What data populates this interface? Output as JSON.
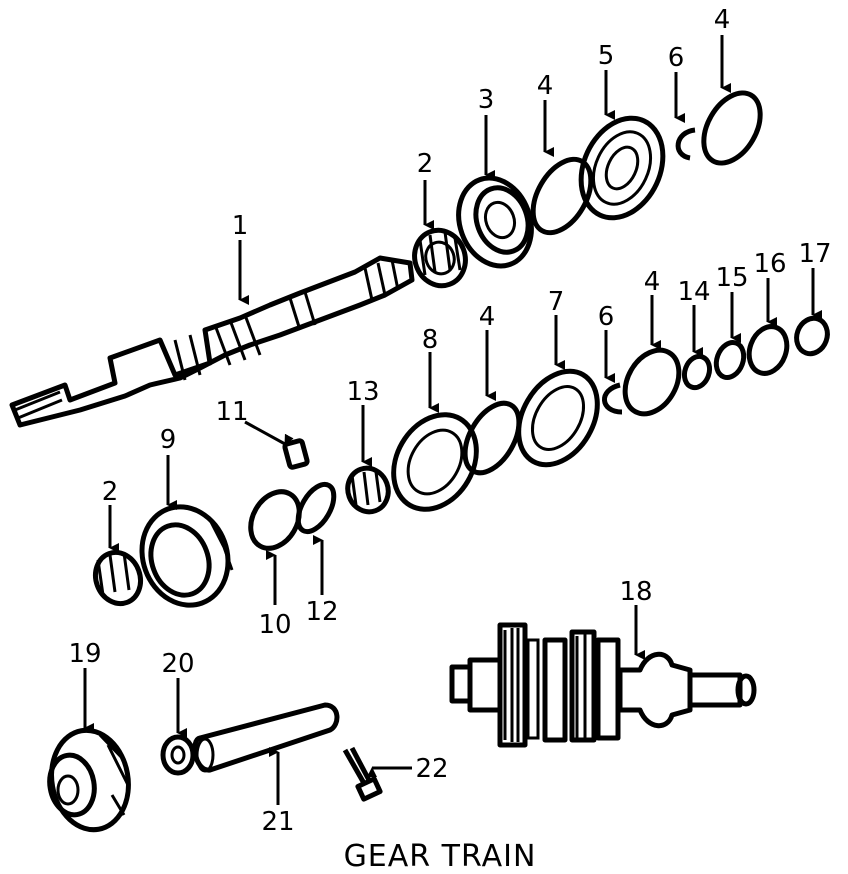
{
  "caption": "GEAR TRAIN",
  "callouts": [
    "1",
    "2",
    "3",
    "4",
    "5",
    "6",
    "4",
    "2",
    "9",
    "11",
    "10",
    "12",
    "13",
    "8",
    "4",
    "7",
    "6",
    "4",
    "14",
    "15",
    "16",
    "17",
    "18",
    "19",
    "20",
    "21",
    "22"
  ]
}
